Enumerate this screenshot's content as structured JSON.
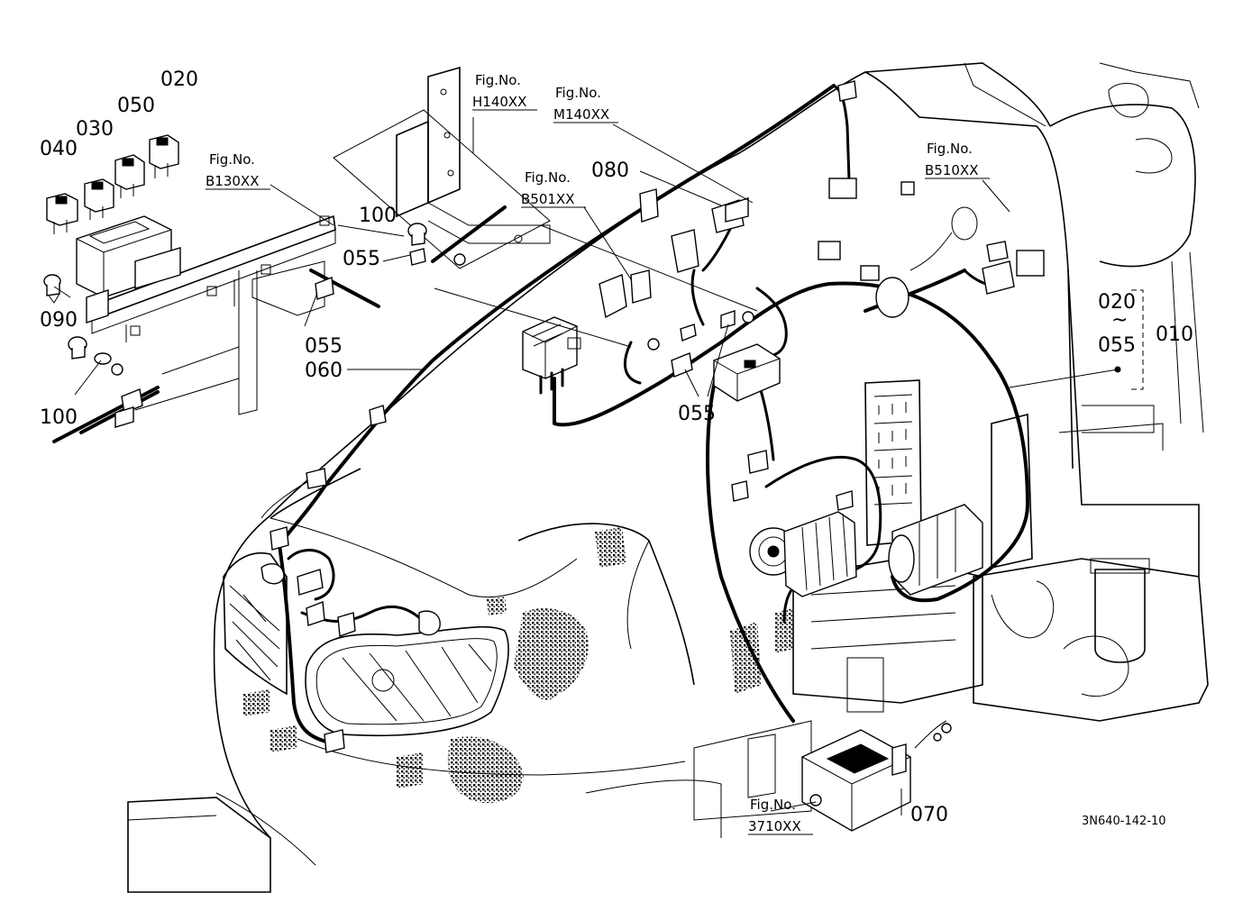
{
  "callouts": {
    "p020": "020",
    "p030": "030",
    "p040": "040",
    "p050": "050",
    "p090": "090",
    "p100a": "100",
    "p100b": "100",
    "p055a": "055",
    "p055b": "055",
    "p055c": "055",
    "p060": "060",
    "p080": "080",
    "p070": "070",
    "p010": "010",
    "range_from": "020",
    "range_sep": "~",
    "range_to": "055"
  },
  "figure_refs": {
    "b130": {
      "label": "Fig.No.",
      "code": "B130XX"
    },
    "h140": {
      "label": "Fig.No.",
      "code": "H140XX"
    },
    "m140": {
      "label": "Fig.No.",
      "code": "M140XX"
    },
    "b501": {
      "label": "Fig.No.",
      "code": "B501XX"
    },
    "b510": {
      "label": "Fig.No.",
      "code": "B510XX"
    },
    "f3710": {
      "label": "Fig.No.",
      "code": "3710XX"
    }
  },
  "drawing_code": "3N640-142-10"
}
